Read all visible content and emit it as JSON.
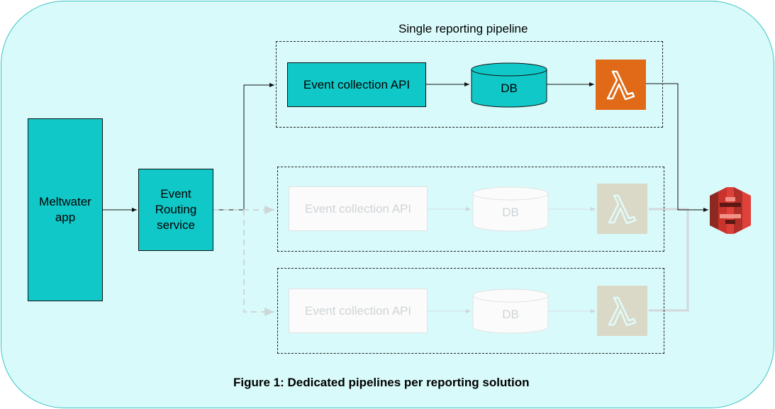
{
  "diagram": {
    "pipeline_title": "Single reporting pipeline",
    "meltwater_app": "Meltwater\napp",
    "routing_service": "Event\nRouting\nservice",
    "api_label": "Event collection API",
    "db_label": "DB",
    "caption": "Figure 1: Dedicated pipelines per reporting solution"
  },
  "colors": {
    "background": "#d9fafa",
    "teal": "#11c8c8",
    "lambda": "#e06a17",
    "s3": "#e0403a"
  },
  "icons": [
    "lambda-icon",
    "s3-bucket-icon",
    "database-icon"
  ]
}
